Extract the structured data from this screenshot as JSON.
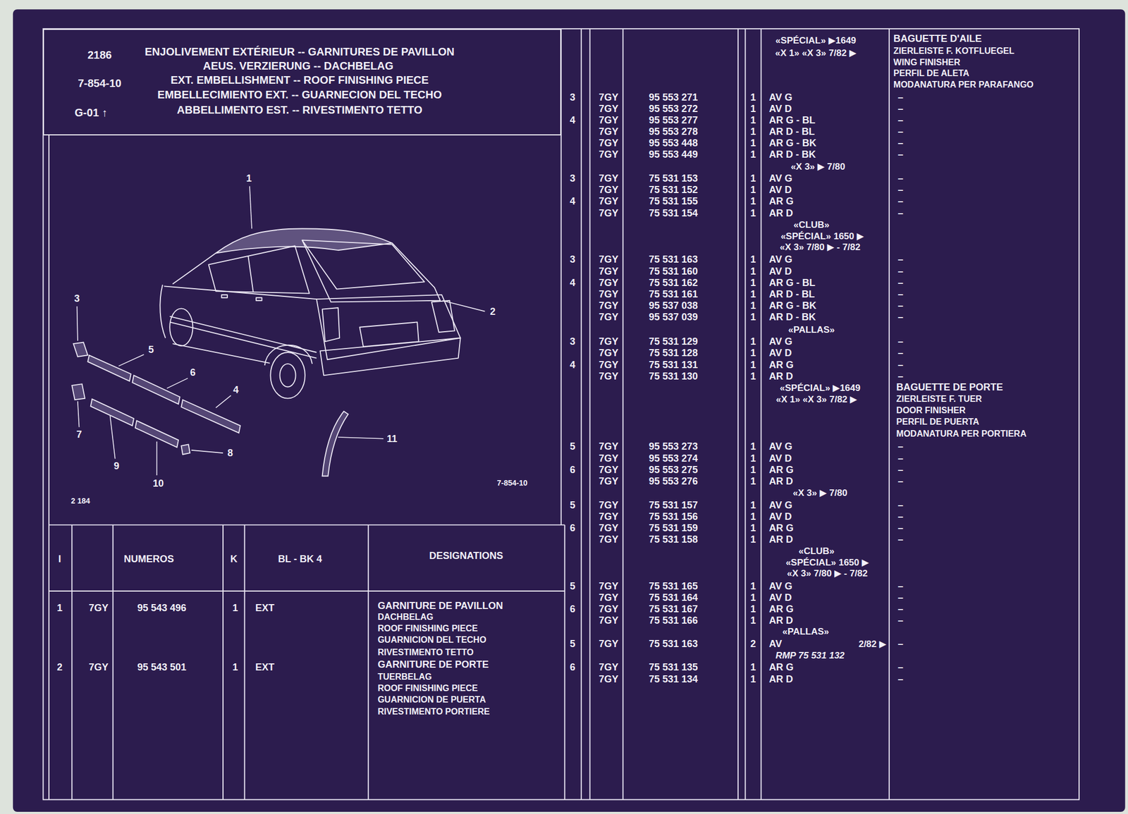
{
  "diagram": {
    "nodes": [
      {
        "text": [
          "2186",
          "7-854-10",
          "G-01 ↑",
          "ENJOLIVEMENT EXTÉRIEUR -- GARNITURES DE PAVILLON",
          "AEUS. VERZIERUNG -- DACHBELAG",
          "EXT. EMBELLISHMENT -- ROOF FINISHING PIECE",
          "EMBELLECIMIENTO EXT. -- GUARNECION DEL TECHO",
          "ABBELLIMENTO EST. -- RIVESTIMENTO TETTO"
        ]
      }
    ],
    "labels": [
      "1",
      "2",
      "3",
      "4",
      "5",
      "6",
      "7",
      "8",
      "9",
      "10",
      "11",
      "2 184",
      "7-854-10",
      "I",
      "NUMEROS",
      "K",
      "BL - BK 4",
      "DESIGNATIONS",
      "1",
      "7GY",
      "95 543 496",
      "1",
      "EXT",
      "GARNITURE DE PAVILLON",
      "DACHBELAG",
      "ROOF FINISHING PIECE",
      "GUARNICION DEL TECHO",
      "RIVESTIMENTO TETTO",
      "2",
      "7GY",
      "95 543 501",
      "1",
      "EXT",
      "GARNITURE DE PORTE",
      "TUERBELAG",
      "ROOF FINISHING PIECE",
      "GUARNICION DE PUERTA",
      "RIVESTIMENTO PORTIERE",
      "BAGUETTE D'AILE",
      "ZIERLEISTE F. KOTFLUEGEL",
      "WING FINISHER",
      "PERFIL DE ALETA",
      "MODANATURA PER PARAFANGO",
      "BAGUETTE DE PORTE",
      "ZIERLEISTE F. TUER",
      "DOOR FINISHER",
      "PERFIL DE PUERTA",
      "MODANATURA PER PORTIERA",
      "«SPÉCIAL» ▶1649",
      "«X 1» «X 3» 7/82 ▶",
      "3",
      "7GY",
      "95 553 271",
      "1",
      "AV G",
      "–",
      "7GY",
      "95 553 272",
      "1",
      "AV D",
      "–",
      "4",
      "7GY",
      "95 553 277",
      "1",
      "AR G - BL",
      "–",
      "7GY",
      "95 553 278",
      "1",
      "AR D - BL",
      "–",
      "7GY",
      "95 553 448",
      "1",
      "AR G - BK",
      "–",
      "7GY",
      "95 553 449",
      "1",
      "AR D - BK",
      "–",
      "«X 3» ▶ 7/80",
      "3",
      "7GY",
      "75 531 153",
      "1",
      "AV G",
      "–",
      "7GY",
      "75 531 152",
      "1",
      "AV D",
      "–",
      "4",
      "7GY",
      "75 531 155",
      "1",
      "AR G",
      "–",
      "7GY",
      "75 531 154",
      "1",
      "AR D",
      "–",
      "«CLUB»",
      "«SPÉCIAL» 1650 ▶",
      "«X 3» 7/80 ▶ - 7/82",
      "3",
      "7GY",
      "75 531 163",
      "1",
      "AV G",
      "–",
      "7GY",
      "75 531 160",
      "1",
      "AV D",
      "–",
      "4",
      "7GY",
      "75 531 162",
      "1",
      "AR G - BL",
      "–",
      "7GY",
      "75 531 161",
      "1",
      "AR D - BL",
      "–",
      "7GY",
      "95 537 038",
      "1",
      "AR G - BK",
      "–",
      "7GY",
      "95 537 039",
      "1",
      "AR D - BK",
      "–",
      "«PALLAS»",
      "3",
      "7GY",
      "75 531 129",
      "1",
      "AV G",
      "–",
      "7GY",
      "75 531 128",
      "1",
      "AV D",
      "–",
      "4",
      "7GY",
      "75 531 131",
      "1",
      "AR G",
      "–",
      "7GY",
      "75 531 130",
      "1",
      "AR D",
      "–",
      "«SPÉCIAL» ▶1649",
      "«X 1» «X 3» 7/82 ▶",
      "5",
      "7GY",
      "95 553 273",
      "1",
      "AV G",
      "–",
      "7GY",
      "95 553 274",
      "1",
      "AV D",
      "–",
      "6",
      "7GY",
      "95 553 275",
      "1",
      "AR G",
      "–",
      "7GY",
      "95 553 276",
      "1",
      "AR D",
      "–",
      "«X 3» ▶ 7/80",
      "5",
      "7GY",
      "75 531 157",
      "1",
      "AV G",
      "–",
      "7GY",
      "75 531 156",
      "1",
      "AV D",
      "–",
      "6",
      "7GY",
      "75 531 159",
      "1",
      "AR G",
      "–",
      "7GY",
      "75 531 158",
      "1",
      "AR D",
      "–",
      "«CLUB»",
      "«SPÉCIAL» 1650 ▶",
      "«X 3» 7/80 ▶ - 7/82",
      "5",
      "7GY",
      "75 531 165",
      "1",
      "AV G",
      "–",
      "7GY",
      "75 531 164",
      "1",
      "AV D",
      "–",
      "6",
      "7GY",
      "75 531 167",
      "1",
      "AR G",
      "–",
      "7GY",
      "75 531 166",
      "1",
      "AR D",
      "–",
      "«PALLAS»",
      "5",
      "7GY",
      "75 531 163",
      "2",
      "AV",
      "2/82 ▶",
      "–",
      "RMP 75 531 132",
      "6",
      "7GY",
      "75 531 135",
      "1",
      "AR G",
      "–",
      "7GY",
      "75 531 134",
      "1",
      "AR D",
      "–"
    ]
  }
}
